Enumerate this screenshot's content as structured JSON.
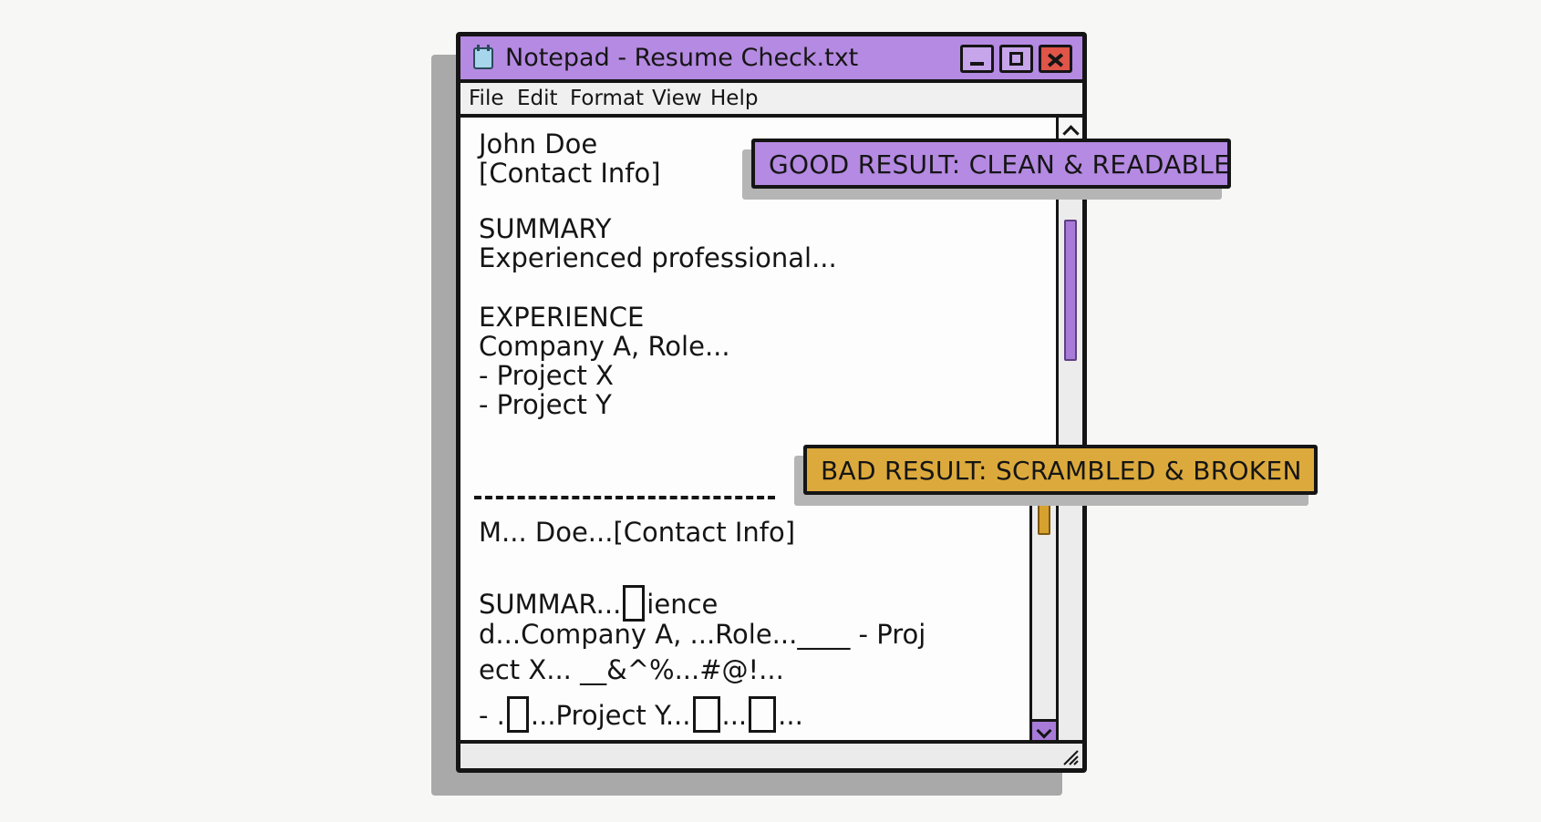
{
  "window": {
    "title": "Notepad - Resume Check.txt",
    "icon": "notepad-icon",
    "accent_color": "#b58ae2",
    "close_color": "#e05548"
  },
  "menu": {
    "items": [
      {
        "label": "File"
      },
      {
        "label": "Edit"
      },
      {
        "label": "Format"
      },
      {
        "label": "View"
      },
      {
        "label": "Help"
      }
    ]
  },
  "document": {
    "good": {
      "name": "John Doe",
      "contact": "[Contact Info]",
      "summary_heading": "SUMMARY",
      "summary_text": "Experienced professional...",
      "experience_heading": "EXPERIENCE",
      "experience_line": "Company A, Role...",
      "project_x": "- Project X",
      "project_y": "- Project Y"
    },
    "bad": {
      "line1": "M... Doe...[Contact Info]",
      "line2_a": "SUMMAR...",
      "line2_b": "ience",
      "line3": "d...Company A, ...Role...____ - Proj",
      "line4": "ect X... __&^%...#@!...",
      "line5_a": "- .",
      "line5_b": "...Project Y...",
      "line5_c": "...",
      "line5_d": "..."
    }
  },
  "callouts": {
    "good": {
      "text": "GOOD RESULT: CLEAN & READABLE",
      "color": "#b58ae2"
    },
    "bad": {
      "text": "BAD RESULT: SCRAMBLED & BROKEN",
      "color": "#dcaa3c"
    }
  }
}
